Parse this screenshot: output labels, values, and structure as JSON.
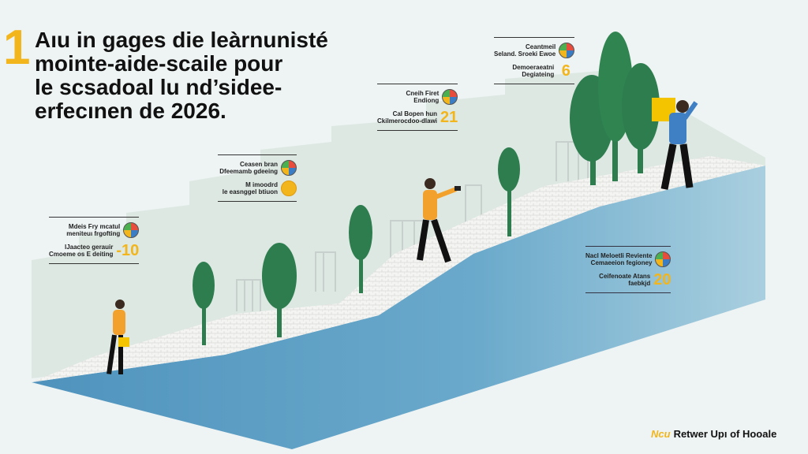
{
  "title": {
    "number": "1",
    "lines": [
      "Aıu in gages die leàrnunisté",
      "mointe-aide-scaile pour",
      "le scsadoal lu nd’sidee-",
      "erfecınen de 2026."
    ]
  },
  "steps": [
    {
      "line1": "Mdeis Fry mcatul",
      "line2": "meniteuı frgofting",
      "line3": "lJaacteo gerauir",
      "line4": "Cmoeme os E deiting",
      "value": "-10",
      "icon": "colorful-badge-icon"
    },
    {
      "line1": "Ceasen bran",
      "line2": "Dfeemamb gdeeing",
      "line3": "M imoodrd",
      "line4": "le easnggel btiuon",
      "value": "",
      "icon": "orange-coin-icon"
    },
    {
      "line1": "Cneih Firet",
      "line2": "Endiong",
      "line3": "Cal Bopen hun",
      "line4": "Ckilmerocdoo-dlawi",
      "value": "21",
      "icon": "colorful-badge-icon"
    },
    {
      "line1": "Ceantmeil",
      "line2": "Seland. Sroeki Ewoe",
      "line3": "Demoeraeatni",
      "line4": "Degiateing",
      "value": "6",
      "icon": "colorful-badge-icon"
    },
    {
      "line1": "Nacl Meloetli Reviente",
      "line2": "Cemaeeion fegioney",
      "line3": "Ceifenoate Atans",
      "line4": "faebkjd",
      "value": "20",
      "icon": "colorful-badge-icon"
    }
  ],
  "footer": {
    "brand": "Ncu",
    "text": "Retwer Upı of Hooale"
  },
  "colors": {
    "accent": "#f2b51c",
    "tree": "#2e7d4f",
    "slab": "#5d9fc5",
    "background": "#eef3f3"
  }
}
